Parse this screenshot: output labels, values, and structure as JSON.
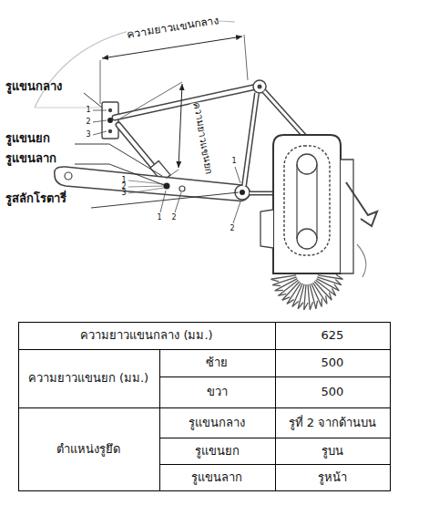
{
  "diagram": {
    "labels": [
      "ความยาวแขนกลาง",
      "ความยาวแขนยก",
      "รูแขนกลาง",
      "รูแขนยก",
      "รูแขนลาก",
      "รูสลักโรตารี่",
      "1",
      "2",
      "3",
      "1",
      "2",
      "3",
      "1",
      "2",
      "1",
      "2",
      "ความยาวแขนกลาง (มม.)",
      "625",
      "ความยาวแขนยก (มม.)",
      "ซ้าย",
      "500",
      "ขวา",
      "500",
      "ตำแหน่งรูยึด",
      "รูแขนกลาง",
      "รูที่ 2 จากด้านบน",
      "รูแขนยก",
      "รูบน",
      "รูแขนลาก",
      "รูหน้า"
    ]
  }
}
